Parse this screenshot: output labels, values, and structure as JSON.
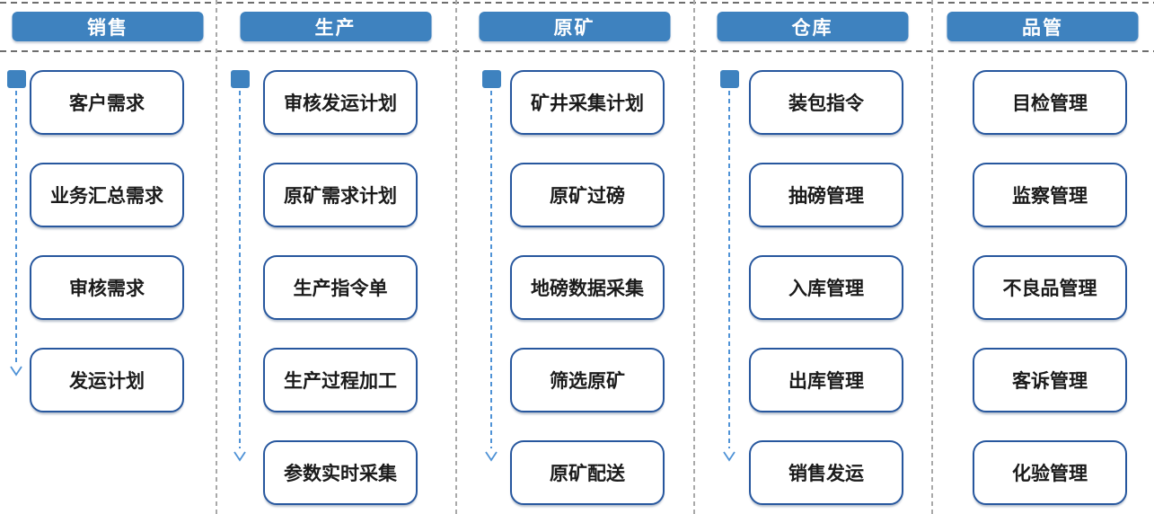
{
  "diagram": {
    "columns": [
      {
        "id": "sales",
        "header": "销售",
        "has_flow_arrow": true,
        "items": [
          "客户需求",
          "业务汇总需求",
          "审核需求",
          "发运计划"
        ]
      },
      {
        "id": "production",
        "header": "生产",
        "has_flow_arrow": true,
        "items": [
          "审核发运计划",
          "原矿需求计划",
          "生产指令单",
          "生产过程加工",
          "参数实时采集"
        ]
      },
      {
        "id": "raw-ore",
        "header": "原矿",
        "has_flow_arrow": true,
        "items": [
          "矿井采集计划",
          "原矿过磅",
          "地磅数据采集",
          "筛选原矿",
          "原矿配送"
        ]
      },
      {
        "id": "warehouse",
        "header": "仓库",
        "has_flow_arrow": true,
        "items": [
          "装包指令",
          "抽磅管理",
          "入库管理",
          "出库管理",
          "销售发运"
        ]
      },
      {
        "id": "quality",
        "header": "品管",
        "has_flow_arrow": false,
        "items": [
          "目检管理",
          "监察管理",
          "不良品管理",
          "客诉管理",
          "化验管理"
        ]
      }
    ],
    "colors": {
      "header_bg": "#3E82BF",
      "header_text": "#FFFFFF",
      "box_border": "#27579E",
      "box_text": "#1B1B1B",
      "flow_arrow": "#4E92D6",
      "divider_horizontal": "#6E6E6E",
      "divider_vertical": "#A9A9A9"
    }
  }
}
